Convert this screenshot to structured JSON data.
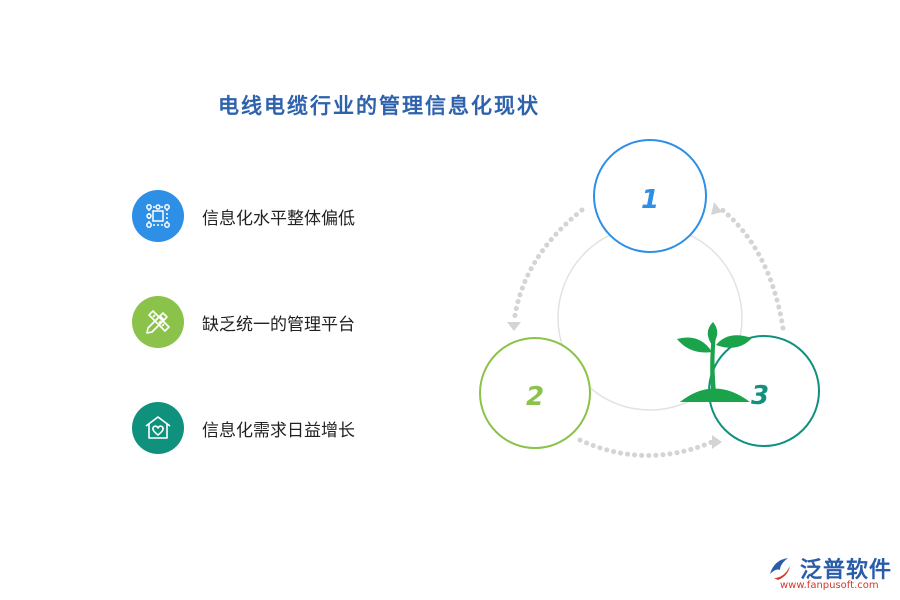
{
  "title": "电线电缆行业的管理信息化现状",
  "items": [
    {
      "label": "信息化水平整体偏低",
      "icon": "network-nodes-icon",
      "color": "#2e8fe6"
    },
    {
      "label": "缺乏统一的管理平台",
      "icon": "pencil-ruler-icon",
      "color": "#8bc34a"
    },
    {
      "label": "信息化需求日益增长",
      "icon": "house-heart-icon",
      "color": "#10917d"
    }
  ],
  "cycle": {
    "nodes": [
      {
        "number": "1",
        "color": "#2e8fe6"
      },
      {
        "number": "2",
        "color": "#8bc34a"
      },
      {
        "number": "3",
        "color": "#10917d"
      }
    ],
    "sprout_color": "#1aa34a"
  },
  "logo": {
    "brand": "泛普软件",
    "url": "www.fanpusoft.com"
  }
}
